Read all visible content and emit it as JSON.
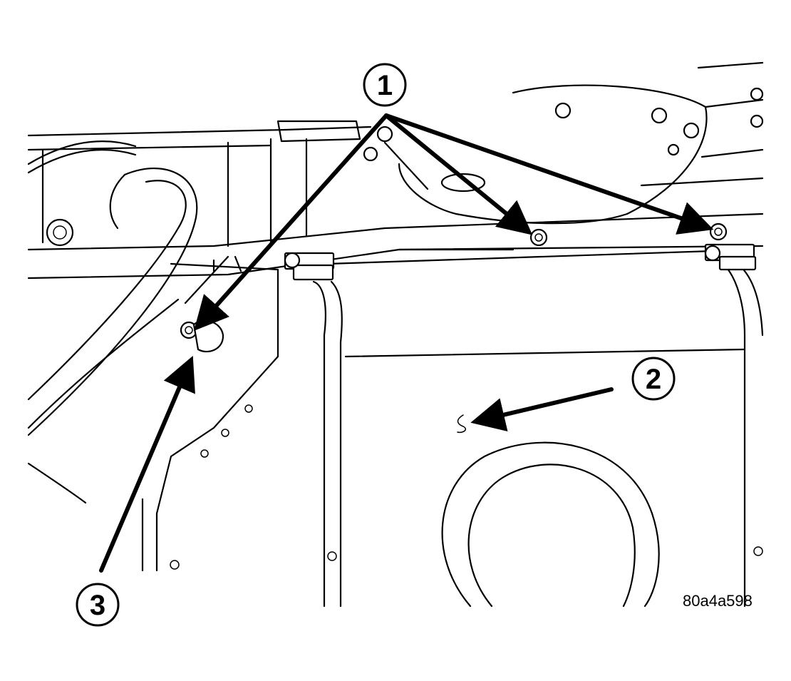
{
  "figure": {
    "id_label": "80a4a598"
  },
  "callouts": [
    {
      "number": "1",
      "target": "mounting-nuts"
    },
    {
      "number": "2",
      "target": "fuel-tank"
    },
    {
      "number": "3",
      "target": "tab"
    }
  ]
}
